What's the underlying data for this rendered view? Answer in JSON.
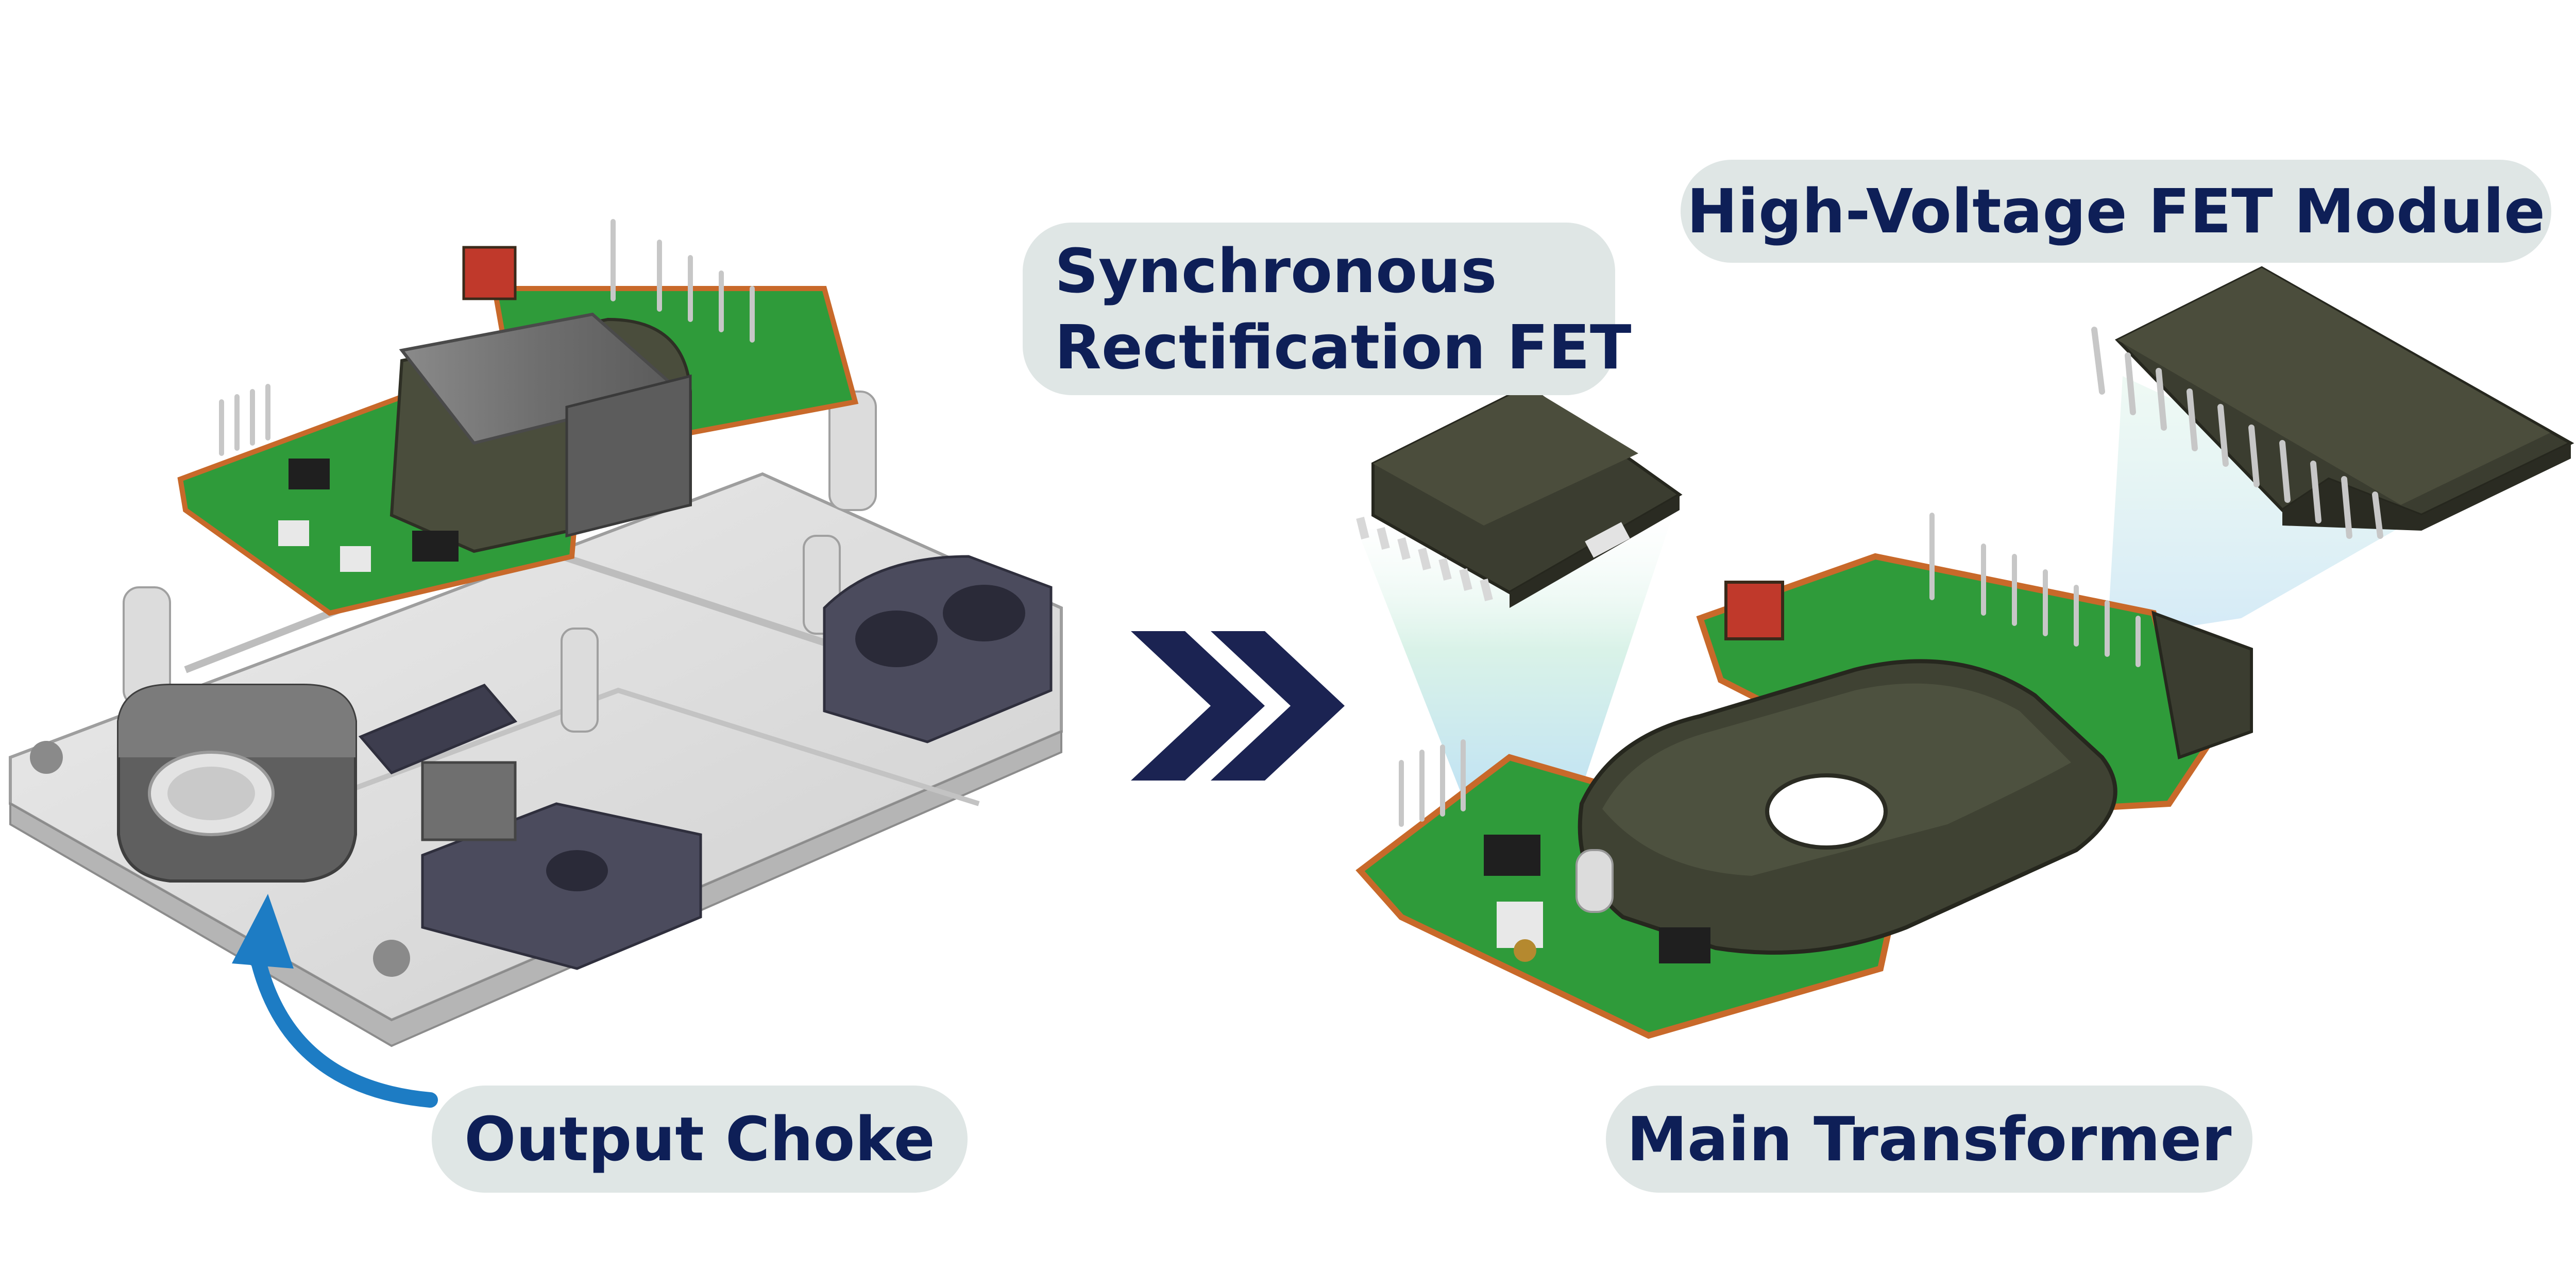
{
  "labels": {
    "output_choke": "Output Choke",
    "main_transformer": "Main Transformer",
    "high_voltage_fet_module": "High-Voltage FET Module",
    "synchronous_rectification_fet_line1": "Synchronous",
    "synchronous_rectification_fet_line2": "Rectification FET"
  },
  "icons": {
    "transition": "double-chevron-right-icon",
    "pointer": "curved-arrow-icon"
  },
  "colors": {
    "label_text": "#0e1f57",
    "label_background": "#dfe6e5",
    "chevron": "#1b2352",
    "curved_arrow": "#1d7cc4",
    "pcb_green": "#2f9b3a",
    "pcb_edge": "#c8692a",
    "housing_gray": "#d9d9d9",
    "component_dark": "#3b3d30",
    "bracket_slate": "#4b4b5d",
    "beam_tint": "#cfeee6"
  }
}
